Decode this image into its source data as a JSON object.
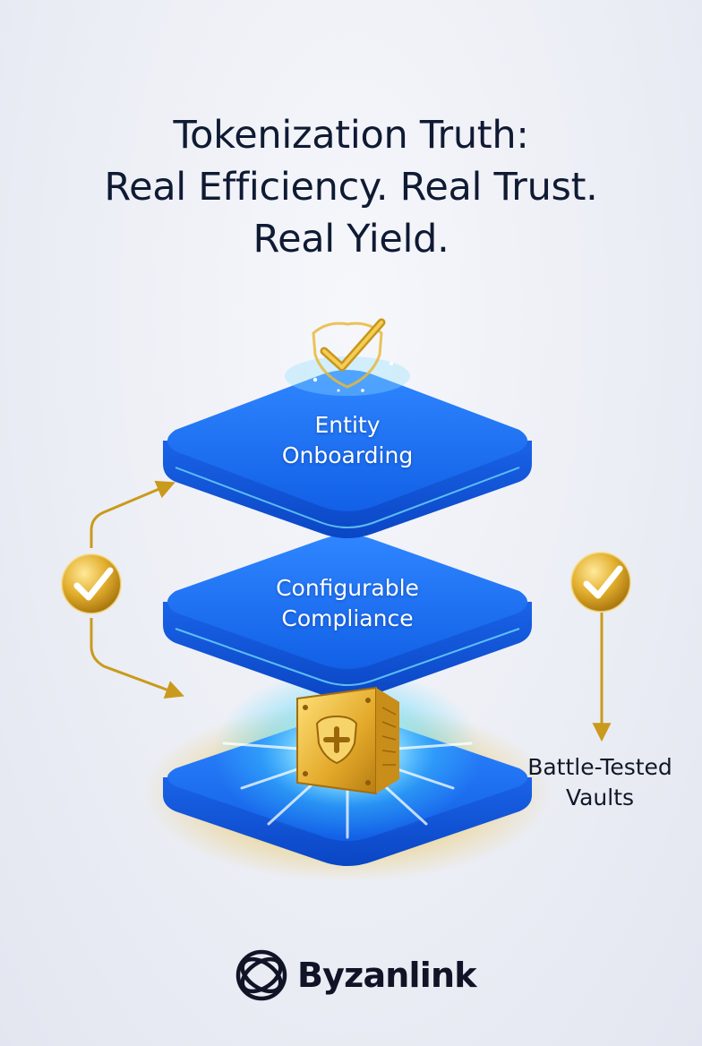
{
  "headline": {
    "line1": "Tokenization Truth:",
    "line2": "Real Efficiency. Real Trust.",
    "line3": "Real Yield."
  },
  "layers": [
    {
      "line1": "Entity",
      "line2": "Onboarding"
    },
    {
      "line1": "Configurable",
      "line2": "Compliance"
    }
  ],
  "side_label": {
    "line1": "Battle-Tested",
    "line2": "Vaults"
  },
  "brand": {
    "name": "Byzanlink",
    "logo_icon": "byzanlink-logo-icon"
  },
  "colors": {
    "layer_blue": "#1b6ff2",
    "layer_edge": "#0d52d4",
    "gold": "#d4a21f",
    "text_dark": "#0f1a33"
  }
}
